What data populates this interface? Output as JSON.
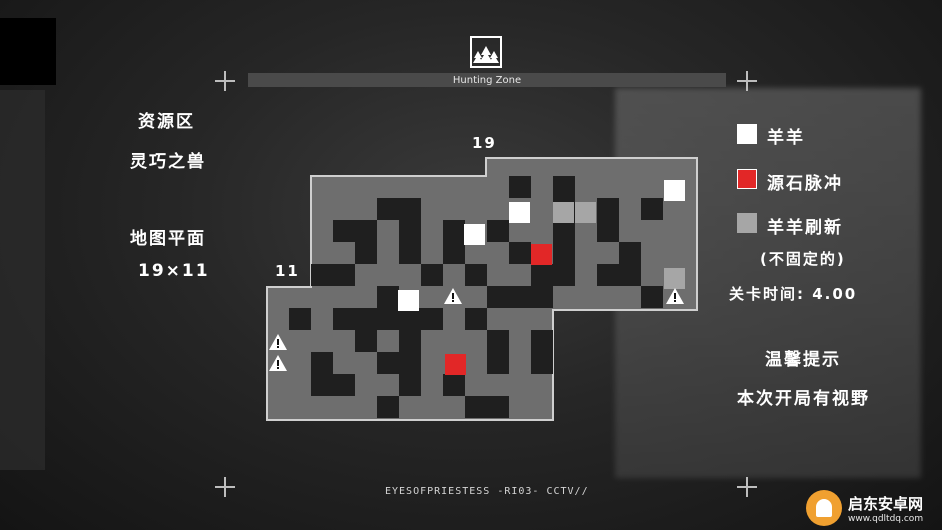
{
  "header": {
    "title": "Hunting Zone",
    "logo_icon": "forest-tree-icon"
  },
  "left_panel": {
    "region_label": "资源区",
    "region_name": "灵巧之兽",
    "plan_label": "地图平面",
    "plan_size": "19×11"
  },
  "map": {
    "width_label": "19",
    "height_label": "11",
    "colors": {
      "wall": "#1f1f1f",
      "floor": "#6e6e6e",
      "border": "#cfcfcf",
      "sheep": "#ffffff",
      "source": "#e22727",
      "spawn": "#a6a6a6"
    }
  },
  "legend": {
    "items": [
      {
        "label": "羊羊",
        "color": "#ffffff"
      },
      {
        "label": "源石脉冲",
        "color": "#e22727"
      },
      {
        "label": "羊羊刷新",
        "color": "#a6a6a6"
      }
    ],
    "note": "(不固定的)",
    "time_label": "关卡时间: 4.00"
  },
  "tips": {
    "title": "温馨提示",
    "body": "本次开局有视野"
  },
  "footer": {
    "text": "EYESOFPRIESTESS -RI03- CCTV//"
  },
  "watermark": {
    "name": "启东安卓网",
    "url": "www.qdltdq.com"
  }
}
